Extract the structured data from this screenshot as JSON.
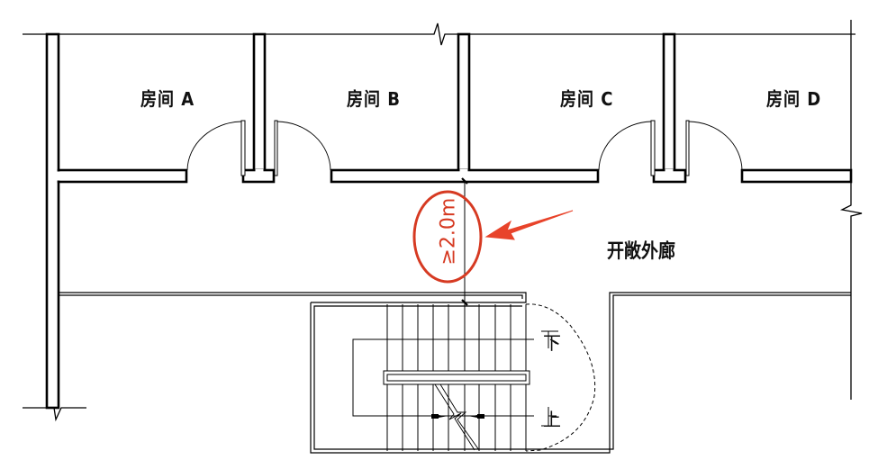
{
  "drawing": {
    "type": "architectural-floor-plan",
    "rooms": [
      {
        "id": "A",
        "label": "房间 A"
      },
      {
        "id": "B",
        "label": "房间 B"
      },
      {
        "id": "C",
        "label": "房间 C"
      },
      {
        "id": "D",
        "label": "房间 D"
      }
    ],
    "corridor": {
      "label": "开敞外廊"
    },
    "stair": {
      "down_label": "下",
      "up_label": "上"
    },
    "annotation": {
      "dimension_text": "≥2.0m",
      "color": "#d63a22"
    },
    "colors": {
      "line": "#000000",
      "background": "#ffffff",
      "highlight": "#d63a22"
    }
  }
}
